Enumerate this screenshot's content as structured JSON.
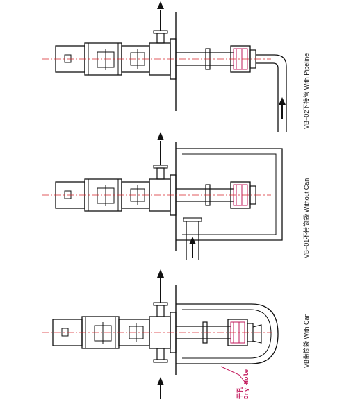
{
  "views": [
    {
      "id": "vb02",
      "label": "VB−02下接管  With Pipeline"
    },
    {
      "id": "vb01",
      "label": "VB−01不带筒袋  Without Can"
    },
    {
      "id": "vb",
      "label": "VB带筒袋  With Can"
    }
  ],
  "dry_hole": {
    "cn": "干孔",
    "en": "Dry Hole"
  },
  "colors": {
    "line": "#111111",
    "centerline": "#d9262b",
    "accent": "#c2185b"
  }
}
